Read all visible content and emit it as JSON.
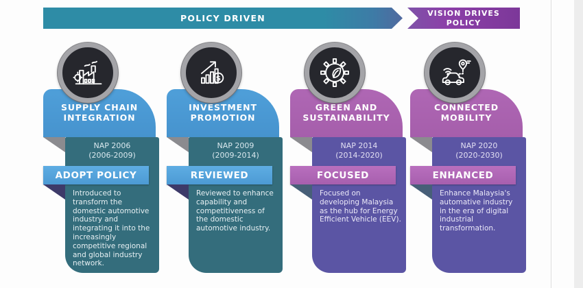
{
  "top_bar": {
    "left_label": "POLICY DRIVEN",
    "right_label_line1": "VISION DRIVES",
    "right_label_line2": "POLICY"
  },
  "palette": {
    "teal_bar": "#2E8CA6",
    "purple_bar": "#8C3FA8",
    "blue_header": "#4F9FD9",
    "teal_body": "#346D7C",
    "orchid_header": "#AF67B4",
    "violet_body": "#5B55A4",
    "circle_ring": "#A4A4A8",
    "circle_fill": "#26272D"
  },
  "columns": [
    {
      "icon": "factory-icon",
      "title_line1": "SUPPLY CHAIN",
      "title_line2": "INTEGRATION",
      "nap_line1": "NAP 2006",
      "nap_line2": "(2006-2009)",
      "ribbon_label": "ADOPT POLICY",
      "description": "Introduced to transform the domestic automotive industry and integrating it into the increasingly competitive regional and global industry network."
    },
    {
      "icon": "growth-chart-icon",
      "title_line1": "INVESTMENT",
      "title_line2": "PROMOTION",
      "nap_line1": "NAP 2009",
      "nap_line2": "(2009-2014)",
      "ribbon_label": "REVIEWED",
      "description": "Reviewed to enhance capability and competitiveness of the domestic automotive industry."
    },
    {
      "icon": "eco-gear-icon",
      "title_line1": "GREEN AND",
      "title_line2": "SUSTAINABILITY",
      "nap_line1": "NAP 2014",
      "nap_line2": "(2014-2020)",
      "ribbon_label": "FOCUSED",
      "description": "Focused on developing Malaysia as the hub for Energy Efficient Vehicle (EEV)."
    },
    {
      "icon": "connected-car-icon",
      "title_line1": "CONNECTED",
      "title_line2": "MOBILITY",
      "nap_line1": "NAP 2020",
      "nap_line2": "(2020-2030)",
      "ribbon_label": "ENHANCED",
      "description": "Enhance Malaysia's automative industry in the era of digital industrial transformation."
    }
  ]
}
